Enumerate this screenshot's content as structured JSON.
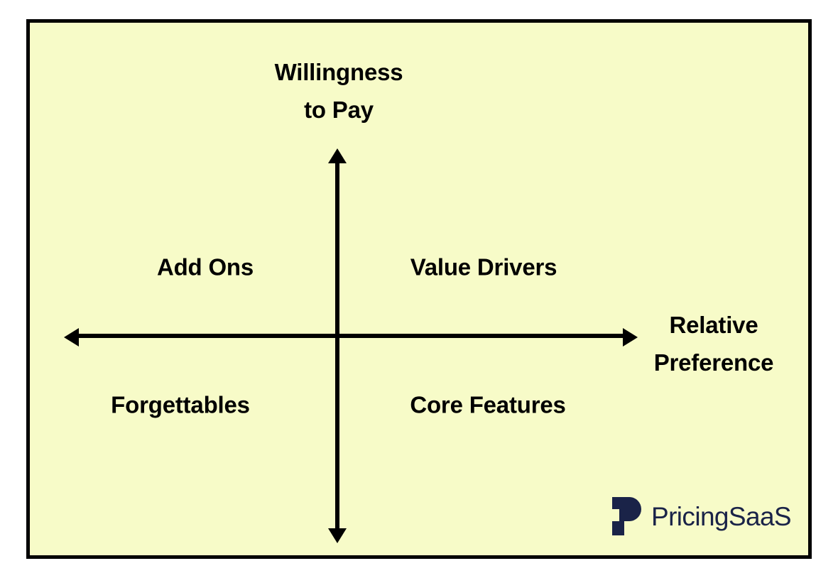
{
  "chart_data": {
    "type": "scatter",
    "title": "",
    "subtitle": "",
    "ylabel_line1": "Willingness",
    "ylabel_line2": "to Pay",
    "xlabel_line1": "Relative",
    "xlabel_line2": "Preference",
    "grid": false,
    "legend": "none",
    "axis_style": "two-by-two quadrant matrix with double-headed arrow axes crossing at origin",
    "quadrants": [
      {
        "id": "add-ons",
        "label": "Add Ons",
        "x_position": "negative",
        "y_position": "positive"
      },
      {
        "id": "value-drivers",
        "label": "Value Drivers",
        "x_position": "positive",
        "y_position": "positive"
      },
      {
        "id": "forgettables",
        "label": "Forgettables",
        "x_position": "negative",
        "y_position": "negative"
      },
      {
        "id": "core-features",
        "label": "Core Features",
        "x_position": "positive",
        "y_position": "negative"
      }
    ],
    "series": [],
    "colors": {
      "background": "#F7FBC8",
      "frame_border": "#000000",
      "axis": "#000000",
      "label_text": "#000000",
      "brand": "#1A2348"
    }
  },
  "frame": {
    "background": "#F7FBC8",
    "border_color": "#000000"
  },
  "axes": {
    "y_title": {
      "line1": "Willingness",
      "line2": "to Pay"
    },
    "x_title": {
      "line1": "Relative",
      "line2": "Preference"
    }
  },
  "quadrants": {
    "top_left": "Add Ons",
    "top_right": "Value Drivers",
    "bottom_left": "Forgettables",
    "bottom_right": "Core Features"
  },
  "brand": {
    "name": "PricingSaaS",
    "mark": "pricingsaas-p-logomark",
    "color": "#1A2348"
  }
}
